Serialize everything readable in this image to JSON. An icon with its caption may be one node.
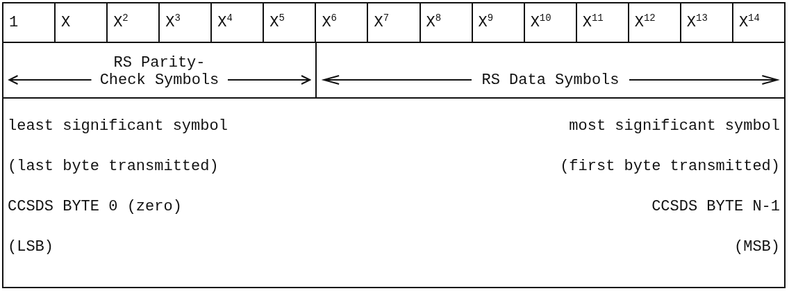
{
  "diagram": {
    "labels": [
      "1",
      "X",
      "X$^{2}$",
      "X$^{3}$",
      "X$^{4}$",
      "X$^{5}$",
      "X$^{6}$",
      "X$^{7}$",
      "X$^{8}$",
      "X$^{9}$",
      "X$^{10}$",
      "X$^{11}$",
      "X$^{12}$",
      "X$^{13}$",
      "X$^{14}$",
      "RS Parity-Check Symbols",
      "RS Data Symbols",
      "least significant symbol",
      "most significant symbol",
      "(last byte transmitted)",
      "(first byte transmitted)",
      "CCSDS BYTE 0 (zero)",
      "CCSDS BYTE N-1",
      "(LSB)",
      "(MSB)"
    ]
  }
}
